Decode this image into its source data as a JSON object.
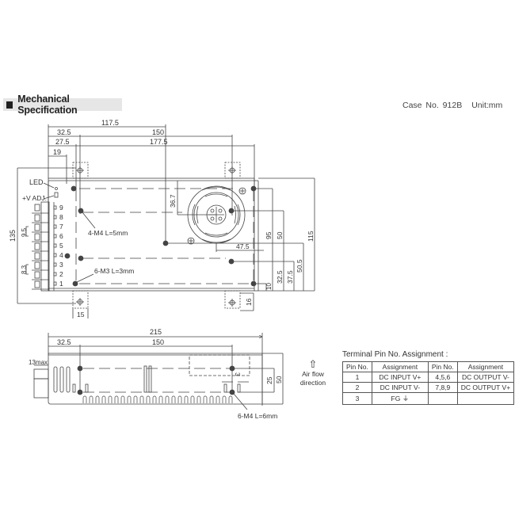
{
  "header": {
    "title": "Mechanical Specification",
    "case_no": "Case No. 912B",
    "unit": "Unit:mm"
  },
  "top_view": {
    "dims_top": {
      "d117_5": "117.5",
      "d32_5": "32.5",
      "d150": "150",
      "d27_5": "27.5",
      "d177_5": "177.5",
      "d19": "19"
    },
    "dims_right": {
      "d95": "95",
      "d50": "50",
      "d115": "115",
      "d10": "10",
      "d32_5": "32.5",
      "d37_5": "37.5",
      "d50_5": "50.5"
    },
    "dims_left": {
      "d135": "135",
      "d9_5": "9.5",
      "d8_3": "8.3"
    },
    "dims_inner": {
      "d36_7": "36.7",
      "d47_5": "47.5"
    },
    "dims_bottom": {
      "d15": "15",
      "d16": "16"
    },
    "labels": {
      "led": "LED",
      "vadj": "+V ADJ.",
      "m4": "4-M4 L=5mm",
      "m3": "6-M3 L=3mm"
    },
    "terminal_numbers": [
      "9",
      "8",
      "7",
      "6",
      "5",
      "4",
      "3",
      "2",
      "1"
    ]
  },
  "side_view": {
    "dims": {
      "d215": "215",
      "d32_5": "32.5",
      "d150": "150",
      "d13max": "13max.",
      "d25": "25",
      "d50": "50"
    },
    "marker": "3",
    "screw_label": "6-M4 L=6mm"
  },
  "airflow": {
    "arrow": "⇧",
    "line1": "Air flow",
    "line2": "direction"
  },
  "terminal_table": {
    "caption": "Terminal Pin No. Assignment :",
    "headers": [
      "Pin No.",
      "Assignment",
      "Pin No.",
      "Assignment"
    ],
    "rows": [
      [
        "1",
        "DC INPUT V+",
        "4,5,6",
        "DC OUTPUT V-"
      ],
      [
        "2",
        "DC INPUT V-",
        "7,8,9",
        "DC OUTPUT V+"
      ],
      [
        "3",
        "FG ⏚",
        "",
        ""
      ]
    ]
  }
}
